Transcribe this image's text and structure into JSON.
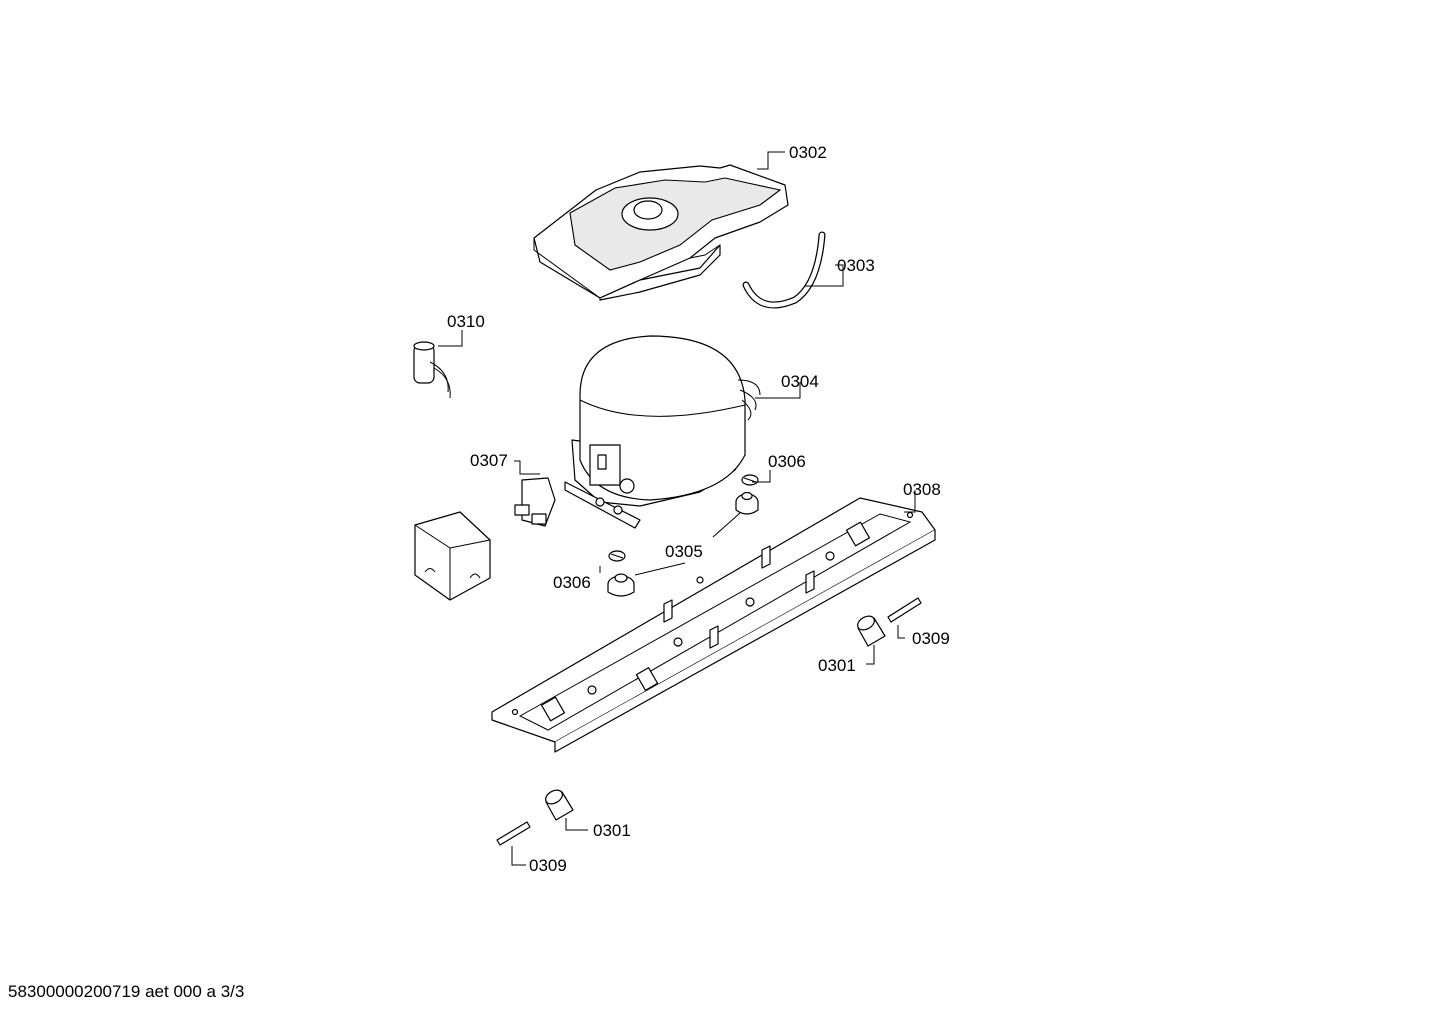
{
  "footer_text": "58300000200719 aet 000 a 3/3",
  "part_labels": {
    "p0302": "0302",
    "p0303": "0303",
    "p0310": "0310",
    "p0304": "0304",
    "p0307": "0307",
    "p0306a": "0306",
    "p0308": "0308",
    "p0305": "0305",
    "p0306b": "0306",
    "p0309a": "0309",
    "p0301a": "0301",
    "p0301b": "0301",
    "p0309b": "0309"
  }
}
